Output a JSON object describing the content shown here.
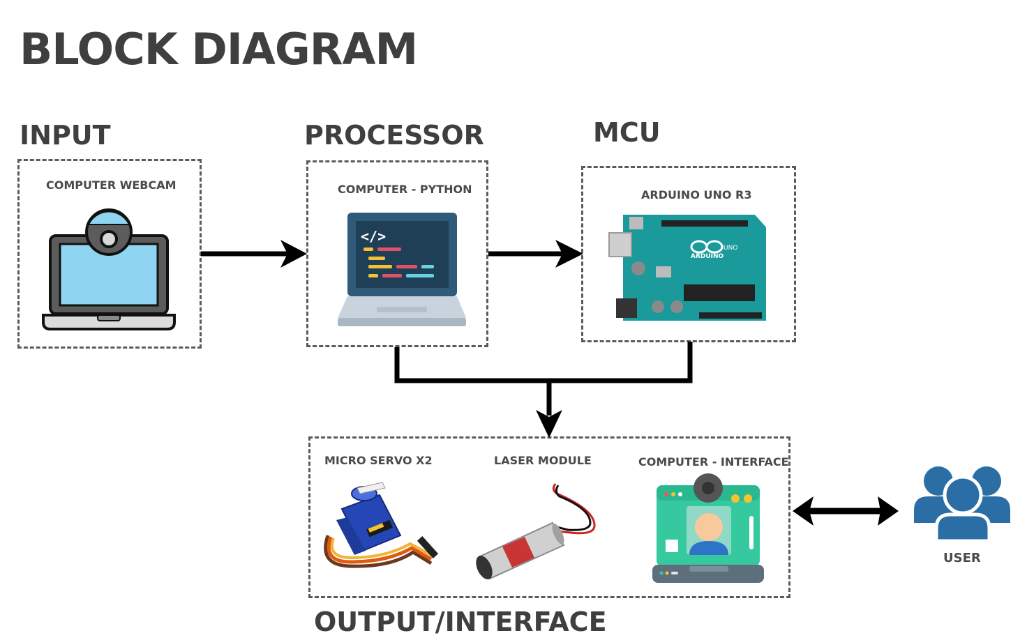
{
  "title": "BLOCK DIAGRAM",
  "sections": {
    "input": "INPUT",
    "processor": "PROCESSOR",
    "mcu": "MCU",
    "output": "OUTPUT/INTERFACE"
  },
  "blocks": {
    "webcam": "COMPUTER WEBCAM",
    "python": "COMPUTER - PYTHON",
    "arduino": "ARDUINO UNO R3",
    "servo": "MICRO SERVO X2",
    "laser": "LASER MODULE",
    "interface": "COMPUTER - INTERFACE"
  },
  "user_label": "USER",
  "code_glyph": "</>",
  "arduino_board_text": "ARDUINO",
  "arduino_uno_text": "UNO",
  "colors": {
    "heading": "#3f3f3f",
    "arrow": "#000000",
    "user": "#2b6ea6",
    "board": "#1a9a9a",
    "screen_blue": "#8fd4f0",
    "servo_blue": "#2547b5"
  }
}
